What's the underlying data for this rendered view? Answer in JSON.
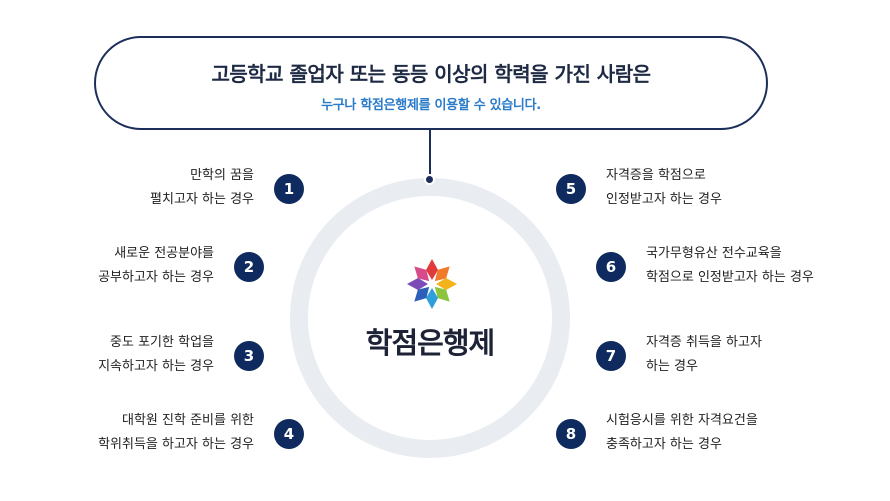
{
  "headline": {
    "title": "고등학교 졸업자 또는 동등 이상의 학력을 가진 사람은",
    "subtitle": "누구나 학점은행제를 이용할 수 있습니다."
  },
  "center": {
    "label": "학점은행제"
  },
  "logo": {
    "icon": "flower-logo-icon",
    "colors": [
      "#e23a3a",
      "#f07a2a",
      "#f2b31b",
      "#8cc43d",
      "#2f9fd9",
      "#2d5fb8",
      "#7c4bb5",
      "#d84b8a"
    ]
  },
  "items": [
    {
      "number": "1",
      "line1": "만학의 꿈을",
      "line2": "펼치고자 하는 경우"
    },
    {
      "number": "2",
      "line1": "새로운 전공분야를",
      "line2": "공부하고자 하는 경우"
    },
    {
      "number": "3",
      "line1": "중도 포기한 학업을",
      "line2": "지속하고자 하는 경우"
    },
    {
      "number": "4",
      "line1": "대학원 진학 준비를 위한",
      "line2": "학위취득을 하고자 하는 경우"
    },
    {
      "number": "5",
      "line1": "자격증을 학점으로",
      "line2": "인정받고자 하는 경우"
    },
    {
      "number": "6",
      "line1": "국가무형유산 전수교육을",
      "line2": "학점으로 인정받고자 하는 경우"
    },
    {
      "number": "7",
      "line1": "자격증 취득을 하고자",
      "line2": "하는 경우"
    },
    {
      "number": "8",
      "line1": "시험응시를 위한 자격요건을",
      "line2": "충족하고자 하는 경우"
    }
  ]
}
